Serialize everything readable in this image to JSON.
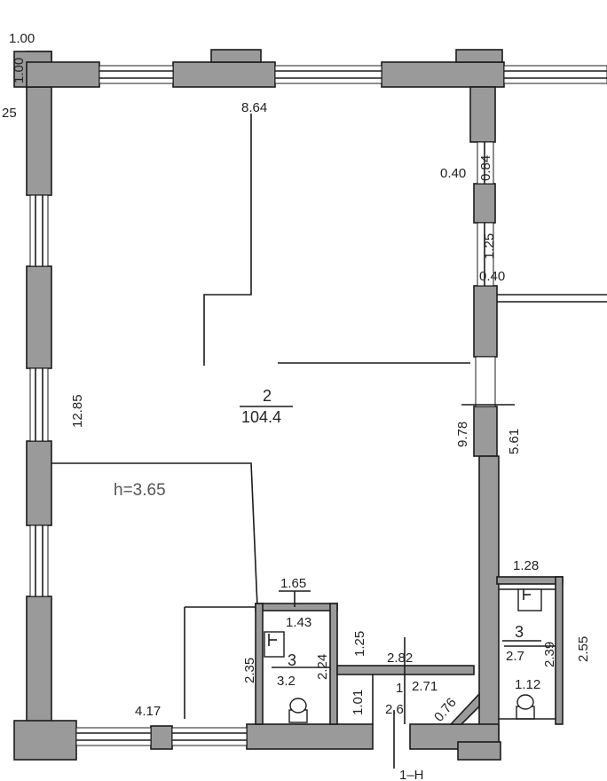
{
  "plan": {
    "room_main": {
      "number": "2",
      "area": "104.4"
    },
    "room_wc_left": {
      "number": "3",
      "area": "3.2"
    },
    "room_wc_right": {
      "number": "3",
      "area": "2.7"
    },
    "room_small": {
      "number": "1",
      "area": "2.6"
    },
    "ceiling_height": "h=3.65",
    "section_mark": "1–H",
    "dimensions": {
      "top_left_corner": "1.00",
      "left_vertical_corner": "1.00",
      "left_top": "25",
      "main_width": "8.64",
      "main_height": "12.85",
      "right_pier_a": "0.40",
      "right_pier_b": "0.84",
      "right_opening": "1.25",
      "right_pier_c": "0.40",
      "right_wall_length": "9.78",
      "outer_right": "5.61",
      "wc_left_top": "1.65",
      "wc_left_inner": "1.43",
      "wc_left_height": "2.35",
      "wc_left_inner_h": "2.24",
      "corridor_h": "1.25",
      "corridor_w": "2.82",
      "small_w": "2.71",
      "small_h": "1.01",
      "diag": "0.76",
      "bottom_left": "4.17",
      "wc_right_top": "1.28",
      "wc_right_h1": "2.39",
      "wc_right_h2": "2.55",
      "wc_right_bottom": "1.12"
    }
  }
}
